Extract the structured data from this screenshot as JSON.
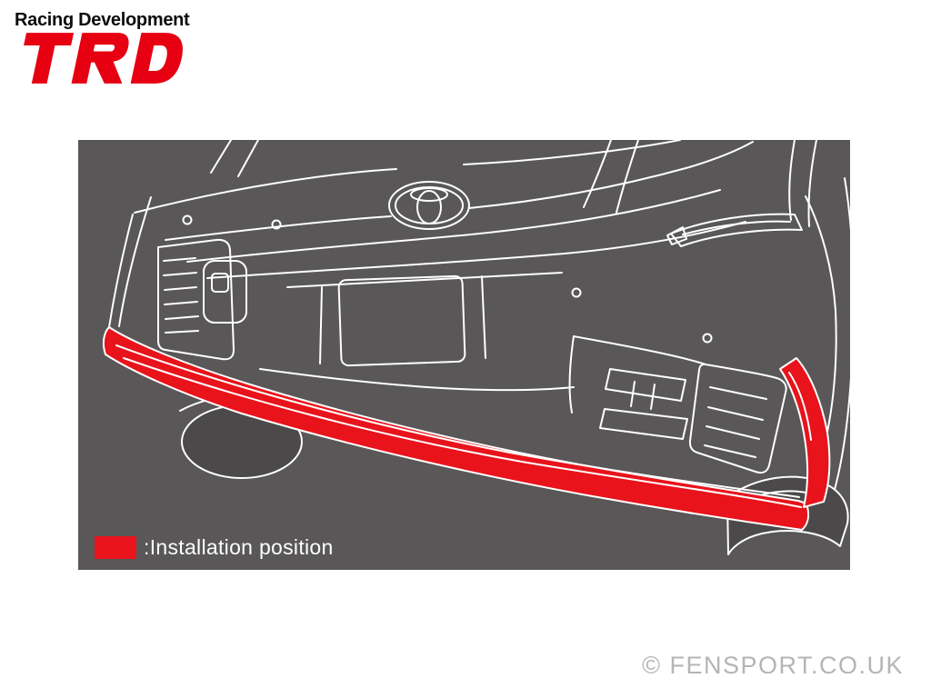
{
  "brand": {
    "tagline": "Racing Development",
    "logo_text": "TRD"
  },
  "panel": {
    "legend_label": ":Installation position",
    "subject": "toyota-gr-yaris-front-bumper-line-art",
    "highlighted_part": "front-lip-spoiler"
  },
  "watermark": {
    "text": "© FENSPORT.CO.UK"
  },
  "colors": {
    "panel_background": "#595757",
    "line_white": "#ffffff",
    "highlight_red": "#e8131b",
    "brand_red": "#e60012",
    "watermark_gray": "#b5b5b5"
  }
}
